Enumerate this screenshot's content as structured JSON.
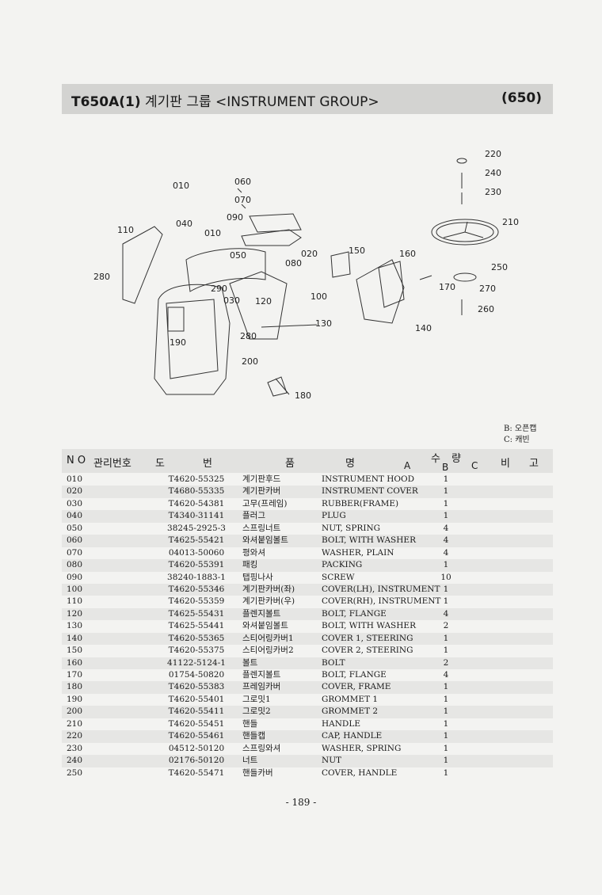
{
  "header": {
    "model": "T650A(1)",
    "title": "계기판 그룹 <INSTRUMENT GROUP>",
    "code": "(650)"
  },
  "legend": {
    "b": "B: 오픈캡",
    "c": "C: 캐빈"
  },
  "diagram": {
    "labels": [
      "010",
      "060",
      "070",
      "090",
      "040",
      "010",
      "110",
      "050",
      "080",
      "020",
      "150",
      "160",
      "280",
      "290",
      "030",
      "120",
      "100",
      "130",
      "170",
      "140",
      "190",
      "280",
      "200",
      "180",
      "220",
      "240",
      "230",
      "210",
      "250",
      "270",
      "260"
    ]
  },
  "table": {
    "headers": {
      "no": "N O",
      "mgmt": "관리번호",
      "do": "도",
      "beon": "번",
      "pum": "품",
      "myeong": "명",
      "su": "수",
      "ryang": "량",
      "a": "A",
      "b": "B",
      "c": "C",
      "bi": "비",
      "go": "고"
    },
    "rows": [
      {
        "no": "010",
        "pn": "T4620-55325",
        "kr": "계기판후드",
        "en": "INSTRUMENT HOOD",
        "qty": "1"
      },
      {
        "no": "020",
        "pn": "T4680-55335",
        "kr": "계기판카버",
        "en": "INSTRUMENT COVER",
        "qty": "1"
      },
      {
        "no": "030",
        "pn": "T4620-54381",
        "kr": "고무(프레임)",
        "en": "RUBBER(FRAME)",
        "qty": "1"
      },
      {
        "no": "040",
        "pn": "T4340-31141",
        "kr": "플러그",
        "en": "PLUG",
        "qty": "1"
      },
      {
        "no": "050",
        "pn": "38245-2925-3",
        "kr": "스프링너트",
        "en": "NUT, SPRING",
        "qty": "4"
      },
      {
        "no": "060",
        "pn": "T4625-55421",
        "kr": "와셔붙임볼트",
        "en": "BOLT, WITH WASHER",
        "qty": "4"
      },
      {
        "no": "070",
        "pn": "04013-50060",
        "kr": "평와셔",
        "en": "WASHER, PLAIN",
        "qty": "4"
      },
      {
        "no": "080",
        "pn": "T4620-55391",
        "kr": "패킹",
        "en": "PACKING",
        "qty": "1"
      },
      {
        "no": "090",
        "pn": "38240-1883-1",
        "kr": "탭핑나사",
        "en": "SCREW",
        "qty": "10"
      },
      {
        "no": "100",
        "pn": "T4620-55346",
        "kr": "계기판카버(좌)",
        "en": "COVER(LH), INSTRUMENT",
        "qty": "1"
      },
      {
        "no": "110",
        "pn": "T4620-55359",
        "kr": "계기판카버(우)",
        "en": "COVER(RH), INSTRUMENT",
        "qty": "1"
      },
      {
        "no": "120",
        "pn": "T4625-55431",
        "kr": "플렌지볼트",
        "en": "BOLT, FLANGE",
        "qty": "4"
      },
      {
        "no": "130",
        "pn": "T4625-55441",
        "kr": "와셔붙임볼트",
        "en": "BOLT, WITH WASHER",
        "qty": "2"
      },
      {
        "no": "140",
        "pn": "T4620-55365",
        "kr": "스티어링카버1",
        "en": "COVER 1, STEERING",
        "qty": "1"
      },
      {
        "no": "150",
        "pn": "T4620-55375",
        "kr": "스티어링카버2",
        "en": "COVER 2, STEERING",
        "qty": "1"
      },
      {
        "no": "160",
        "pn": "41122-5124-1",
        "kr": "볼트",
        "en": "BOLT",
        "qty": "2"
      },
      {
        "no": "170",
        "pn": "01754-50820",
        "kr": "플렌지볼트",
        "en": "BOLT, FLANGE",
        "qty": "4"
      },
      {
        "no": "180",
        "pn": "T4620-55383",
        "kr": "프레임카버",
        "en": "COVER, FRAME",
        "qty": "1"
      },
      {
        "no": "190",
        "pn": "T4620-55401",
        "kr": "그로밋1",
        "en": "GROMMET 1",
        "qty": "1"
      },
      {
        "no": "200",
        "pn": "T4620-55411",
        "kr": "그로밋2",
        "en": "GROMMET 2",
        "qty": "1"
      },
      {
        "no": "210",
        "pn": "T4620-55451",
        "kr": "핸들",
        "en": "HANDLE",
        "qty": "1"
      },
      {
        "no": "220",
        "pn": "T4620-55461",
        "kr": "핸들캡",
        "en": "CAP, HANDLE",
        "qty": "1"
      },
      {
        "no": "230",
        "pn": "04512-50120",
        "kr": "스프링와셔",
        "en": "WASHER, SPRING",
        "qty": "1"
      },
      {
        "no": "240",
        "pn": "02176-50120",
        "kr": "너트",
        "en": "NUT",
        "qty": "1"
      },
      {
        "no": "250",
        "pn": "T4620-55471",
        "kr": "핸들카버",
        "en": "COVER, HANDLE",
        "qty": "1"
      }
    ]
  },
  "page_number": "- 189 -"
}
